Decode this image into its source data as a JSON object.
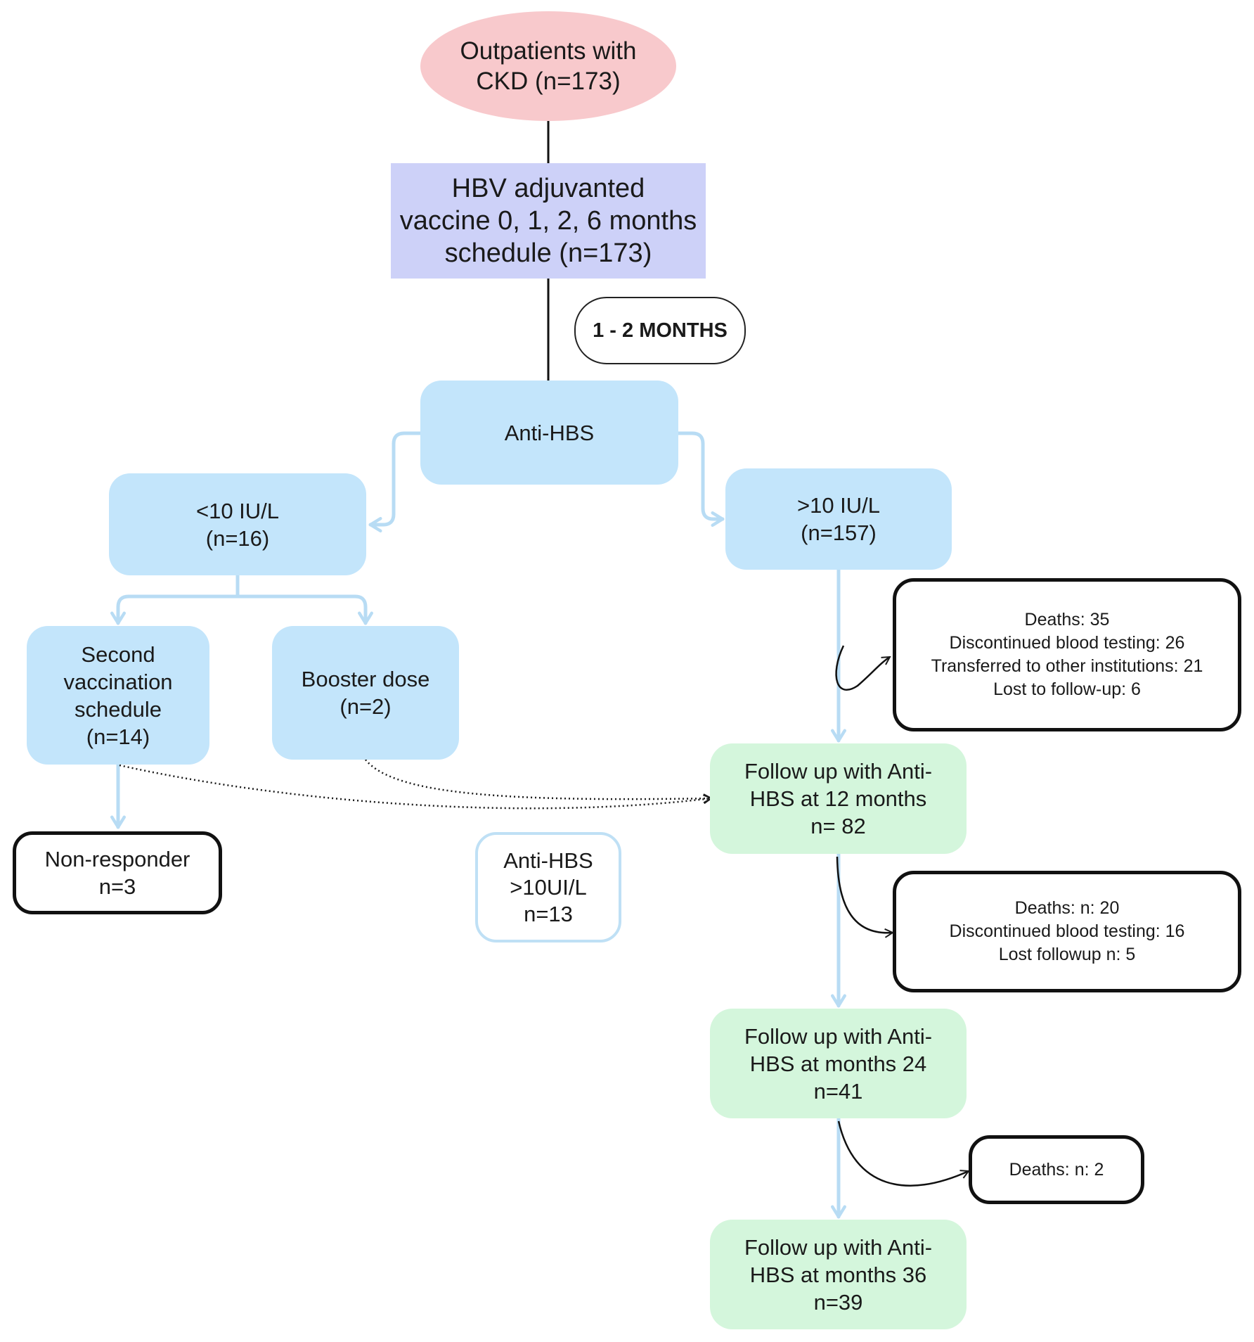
{
  "nodes": {
    "outpatients": [
      "Outpatients with",
      "CKD (n=173)"
    ],
    "vaccine": [
      "HBV adjuvanted",
      "vaccine 0, 1, 2, 6 months",
      "schedule (n=173)"
    ],
    "interval": "1 - 2 MONTHS",
    "anti_hbs": "Anti-HBS",
    "low": [
      "<10 IU/L",
      "(n=16)"
    ],
    "high": [
      ">10 IU/L",
      "(n=157)"
    ],
    "second_schedule": [
      "Second",
      "vaccination",
      "schedule",
      "(n=14)"
    ],
    "booster": [
      "Booster dose",
      "(n=2)"
    ],
    "non_responder": [
      "Non-responder",
      "n=3"
    ],
    "responders": [
      "Anti-HBS",
      ">10UI/L",
      "n=13"
    ],
    "exclusions_1": [
      "Deaths: 35",
      "Discontinued blood testing: 26",
      "Transferred to other institutions: 21",
      "Lost to follow-up: 6"
    ],
    "followup_12": [
      "Follow up with Anti-",
      "HBS at 12 months",
      "n= 82"
    ],
    "exclusions_2": [
      "Deaths: n: 20",
      "Discontinued blood testing: 16",
      "Lost followup n: 5"
    ],
    "followup_24": [
      "Follow up with Anti-",
      "HBS at months 24",
      "n=41"
    ],
    "exclusions_3": "Deaths: n: 2",
    "followup_36": [
      "Follow up with Anti-",
      "HBS at months 36",
      "n=39"
    ]
  }
}
